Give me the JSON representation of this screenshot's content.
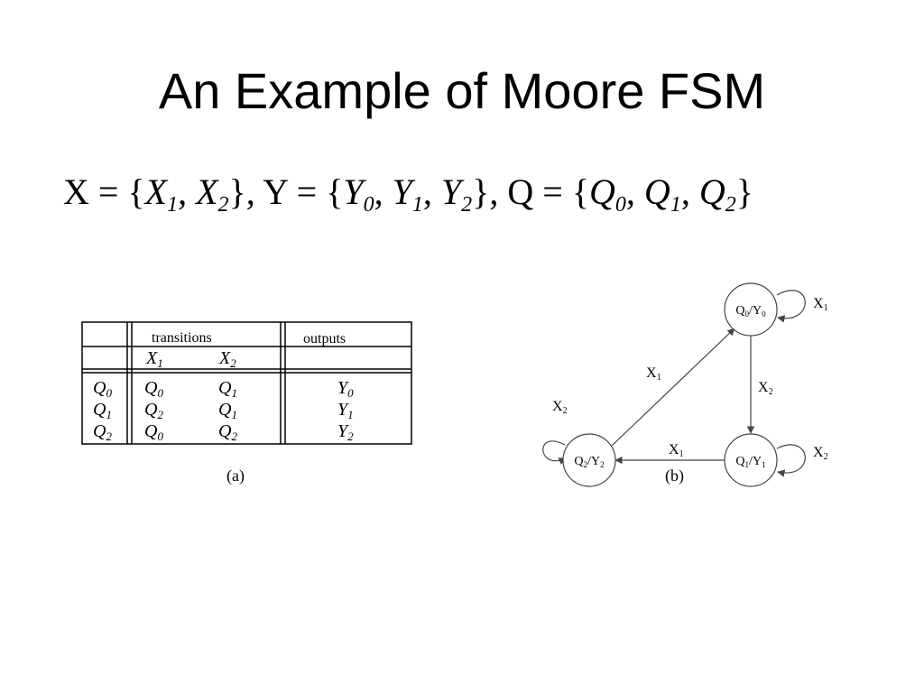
{
  "slide": {
    "title": "An Example of Moore FSM",
    "sets_line": {
      "x_label": "X = {",
      "x_items": [
        {
          "base": "X",
          "sub": "1"
        },
        {
          "base": "X",
          "sub": "2"
        }
      ],
      "x_close": "},",
      "y_label": " Y = {",
      "y_items": [
        {
          "base": "Y",
          "sub": "0"
        },
        {
          "base": "Y",
          "sub": "1"
        },
        {
          "base": "Y",
          "sub": "2"
        }
      ],
      "y_close": "},",
      "q_label": " Q = {",
      "q_items": [
        {
          "base": "Q",
          "sub": "0"
        },
        {
          "base": "Q",
          "sub": "1"
        },
        {
          "base": "Q",
          "sub": "2"
        }
      ],
      "q_close": "}"
    }
  },
  "table": {
    "header_transitions": "transitions",
    "header_outputs": "outputs",
    "inputs": [
      {
        "base": "X",
        "sub": "1"
      },
      {
        "base": "X",
        "sub": "2"
      }
    ],
    "rows": [
      {
        "state": {
          "base": "Q",
          "sub": "0"
        },
        "next": [
          {
            "base": "Q",
            "sub": "0"
          },
          {
            "base": "Q",
            "sub": "1"
          }
        ],
        "output": {
          "base": "Y",
          "sub": "0"
        }
      },
      {
        "state": {
          "base": "Q",
          "sub": "1"
        },
        "next": [
          {
            "base": "Q",
            "sub": "2"
          },
          {
            "base": "Q",
            "sub": "1"
          }
        ],
        "output": {
          "base": "Y",
          "sub": "1"
        }
      },
      {
        "state": {
          "base": "Q",
          "sub": "2"
        },
        "next": [
          {
            "base": "Q",
            "sub": "0"
          },
          {
            "base": "Q",
            "sub": "2"
          }
        ],
        "output": {
          "base": "Y",
          "sub": "2"
        }
      }
    ],
    "caption": "(a)"
  },
  "diagram": {
    "caption": "(b)",
    "states": [
      {
        "id": "q0",
        "state": {
          "base": "Q",
          "sub": "0"
        },
        "output": {
          "base": "Y",
          "sub": "0"
        }
      },
      {
        "id": "q1",
        "state": {
          "base": "Q",
          "sub": "1"
        },
        "output": {
          "base": "Y",
          "sub": "1"
        }
      },
      {
        "id": "q2",
        "state": {
          "base": "Q",
          "sub": "2"
        },
        "output": {
          "base": "Y",
          "sub": "2"
        }
      }
    ],
    "transitions": [
      {
        "from": "q0",
        "to": "q0",
        "label": {
          "base": "X",
          "sub": "1"
        }
      },
      {
        "from": "q0",
        "to": "q1",
        "label": {
          "base": "X",
          "sub": "2"
        }
      },
      {
        "from": "q1",
        "to": "q1",
        "label": {
          "base": "X",
          "sub": "2"
        }
      },
      {
        "from": "q1",
        "to": "q2",
        "label": {
          "base": "X",
          "sub": "1"
        }
      },
      {
        "from": "q2",
        "to": "q2",
        "label": {
          "base": "X",
          "sub": "2"
        }
      },
      {
        "from": "q2",
        "to": "q0",
        "label": {
          "base": "X",
          "sub": "1"
        }
      }
    ]
  }
}
